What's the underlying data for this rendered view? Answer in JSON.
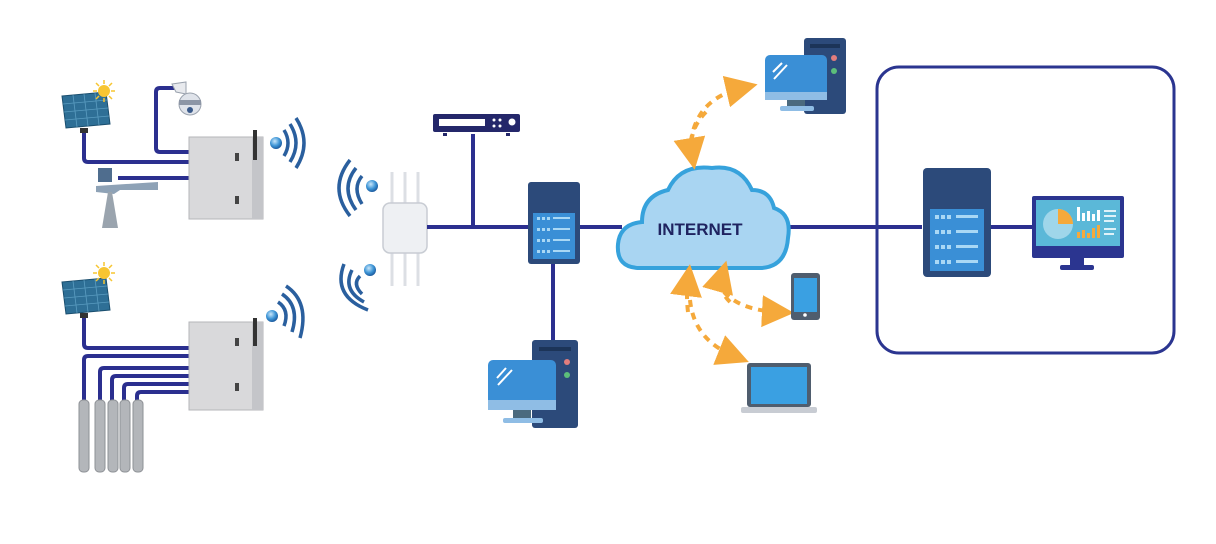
{
  "diagram": {
    "type": "network-topology",
    "cloud": {
      "label": "INTERNET"
    },
    "colors": {
      "link": "#2b2f8f",
      "enclosure_border": "#2b3590",
      "arrow": "#f5a93b",
      "cloud_fill": "#a9d5f2",
      "cloud_stroke": "#36a2dc",
      "device_dark": "#2c4a7a",
      "screen_blue": "#3a8fd6",
      "cabinet_gray": "#d9d9db"
    },
    "nodes": [
      {
        "id": "solar-panel-1",
        "kind": "solar panel with sun"
      },
      {
        "id": "ptz-camera",
        "kind": "dome camera"
      },
      {
        "id": "radar-level-sensor",
        "kind": "radar sensor"
      },
      {
        "id": "field-cabinet-1",
        "kind": "wireless RTU cabinet"
      },
      {
        "id": "solar-panel-2",
        "kind": "solar panel with sun"
      },
      {
        "id": "probes",
        "kind": "5 submersible probes"
      },
      {
        "id": "field-cabinet-2",
        "kind": "wireless RTU cabinet"
      },
      {
        "id": "wireless-access-point",
        "kind": "outdoor AP"
      },
      {
        "id": "nvr-recorder",
        "kind": "rack recorder"
      },
      {
        "id": "local-server",
        "kind": "server"
      },
      {
        "id": "local-workstation",
        "kind": "desktop PC"
      },
      {
        "id": "internet-cloud",
        "kind": "cloud"
      },
      {
        "id": "remote-workstation",
        "kind": "desktop PC"
      },
      {
        "id": "smartphone",
        "kind": "mobile"
      },
      {
        "id": "laptop",
        "kind": "laptop"
      },
      {
        "id": "central-server",
        "kind": "server"
      },
      {
        "id": "dashboard-monitor",
        "kind": "monitor with charts"
      }
    ]
  }
}
